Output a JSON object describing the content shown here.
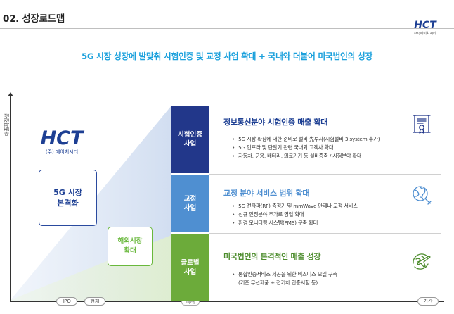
{
  "header": {
    "page_title": "02. 성장로드맵",
    "logo_text": "HCT",
    "logo_sub": "(주)에이치시티"
  },
  "headline": "5G 시장 성장에 발맞춰 시험인증 및 교정 사업 확대 + 국내와 더불어 미국법인의 성장",
  "axis": {
    "y_label": "매출확장성",
    "x_ticks": [
      "IPO",
      "현재",
      "미래",
      "기간"
    ]
  },
  "left": {
    "logo_text": "HCT",
    "logo_sub": "(주) 에이치시티",
    "box_5g": [
      "5G 시장",
      "본격화"
    ],
    "box_overseas": [
      "해외시장",
      "확대"
    ]
  },
  "sections": [
    {
      "category": [
        "시험인증",
        "사업"
      ],
      "title": "정보통신분야 시험인증 매출 확대",
      "bullets": [
        "5G 시장 확장에 대한 준비로 설비 先투자(시험설비 3 system 추가)",
        "5G 인프라 및 단말기 관련 국내외 고객사 확대",
        "자동차, 군용, 배터리, 의료기기 등 설비증축 / 시험분야 확대"
      ],
      "icon": "certificate-icon"
    },
    {
      "category": [
        "교정",
        "사업"
      ],
      "title": "교정 분야 서비스 범위 확대",
      "bullets": [
        "5G 전자파(RF) 측정기 및 mmWave 안테나 교정 서비스",
        "신규 인정분야 추가로 영업 확대",
        "환경 모니터링 시스템(FMS) 구축 확대"
      ],
      "icon": "globe-icon"
    },
    {
      "category": [
        "글로벌",
        "사업"
      ],
      "title": "미국법인의 본격적인 매출 성장",
      "bullets": [
        "통합인증서비스 제공을 위한 비즈니스 모델 구축",
        "(기존 무선제품 + 전기차 인증시험 등)"
      ],
      "icon": "airplane-globe-icon"
    }
  ],
  "colors": {
    "navy": "#22378a",
    "blue": "#4f8fd1",
    "green": "#6cab3a",
    "headline": "#1aa0dc"
  }
}
